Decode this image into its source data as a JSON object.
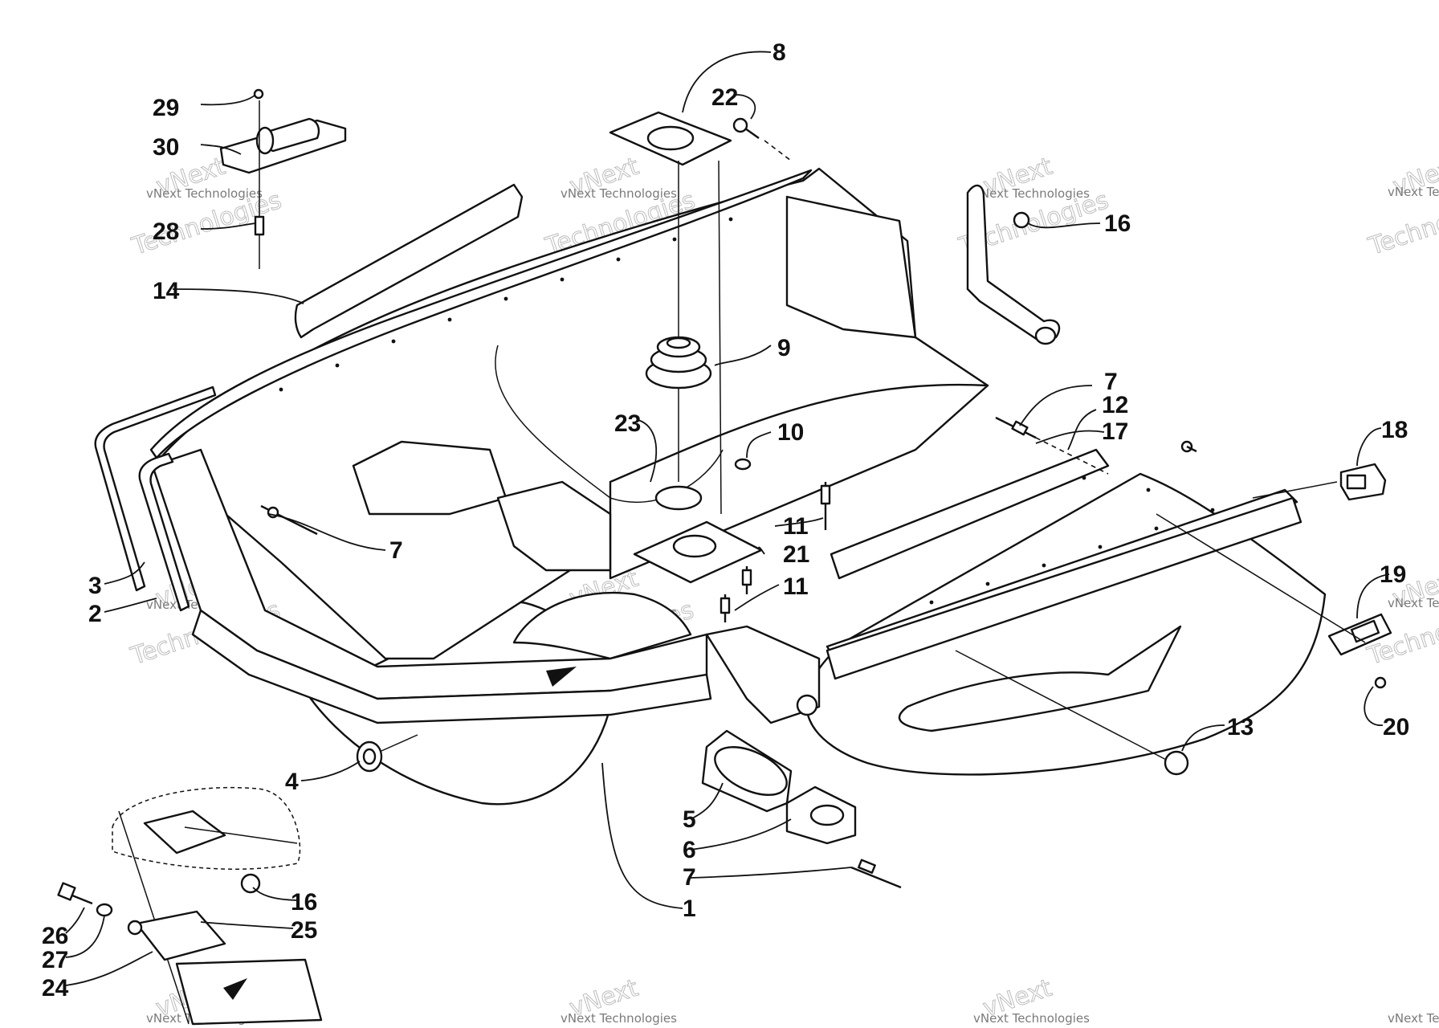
{
  "watermark": {
    "line1": "vNext Technologies",
    "line2": "vNext",
    "line3": "Technologies"
  },
  "callouts": {
    "c1": "1",
    "c2": "2",
    "c3": "3",
    "c4": "4",
    "c5": "5",
    "c6": "6",
    "c7a": "7",
    "c7b": "7",
    "c7c": "7",
    "c8": "8",
    "c9": "9",
    "c10": "10",
    "c11a": "11",
    "c11b": "11",
    "c12": "12",
    "c13": "13",
    "c14": "14",
    "c16a": "16",
    "c16b": "16",
    "c17": "17",
    "c18": "18",
    "c19": "19",
    "c20": "20",
    "c21": "21",
    "c22": "22",
    "c23": "23",
    "c24": "24",
    "c25": "25",
    "c26": "26",
    "c27": "27",
    "c28": "28",
    "c29": "29",
    "c30": "30"
  }
}
